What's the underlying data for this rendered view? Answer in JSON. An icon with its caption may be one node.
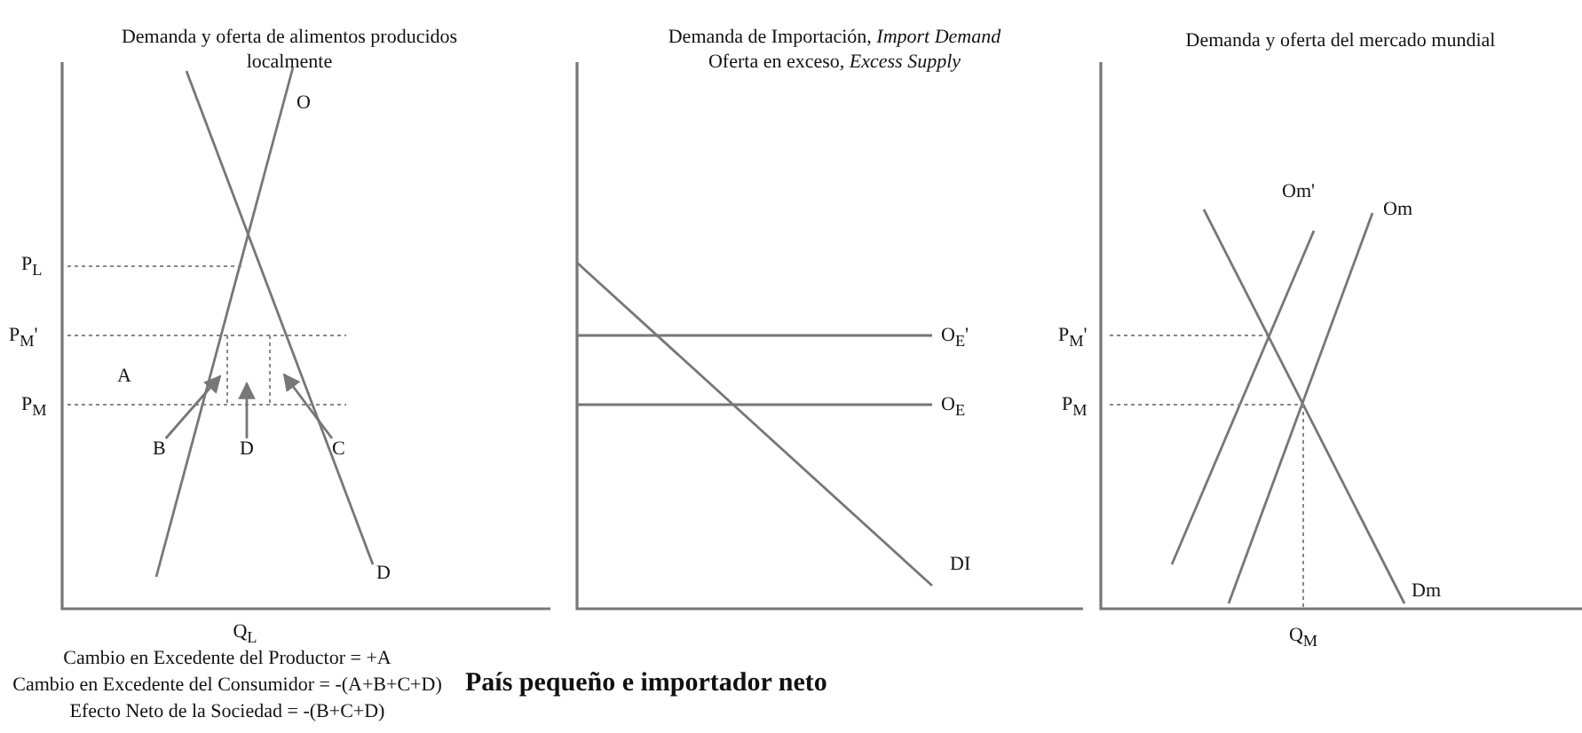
{
  "diagram": {
    "caption": "País pequeño e importador neto",
    "nodes": [
      {
        "text": [
          "B"
        ]
      },
      {
        "text": [
          "D"
        ]
      },
      {
        "text": [
          "C"
        ]
      }
    ],
    "edges": [
      {
        "from": 0,
        "to": null,
        "arrow": "to"
      },
      {
        "from": 1,
        "to": null,
        "arrow": "to"
      },
      {
        "from": 2,
        "to": null,
        "arrow": "to"
      }
    ],
    "labels": [
      "Demanda y oferta de alimentos producidos localmente",
      "Demanda de Importación, *Import Demand*",
      "Oferta en exceso, *Excess Supply*",
      "Demanda y oferta del mercado mundial",
      "O",
      "Om'",
      "Om",
      "P$_{L}$",
      "P$_{M}$'",
      "O$_{E}$'",
      "P$_{M}$'",
      "A",
      "P$_{M}$",
      "O$_{E}$",
      "P$_{M}$",
      "D",
      "DI",
      "Dm",
      "Q$_{L}$",
      "Q$_{M}$",
      "Cambio en Excedente del Productor = +A",
      "Cambio en Excedente del Consumidor = -(A+B+C+D)",
      "Efecto Neto de la Sociedad = -(B+C+D)"
    ]
  }
}
